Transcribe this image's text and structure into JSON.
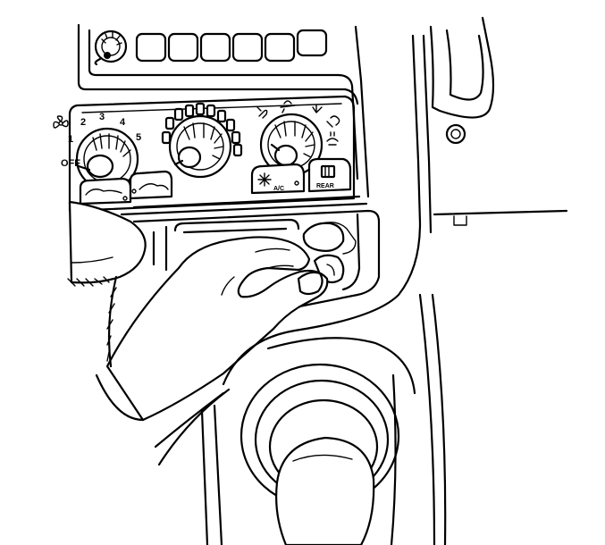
{
  "fan_knob": {
    "labels": [
      "OFF",
      "1",
      "2",
      "3",
      "4",
      "5"
    ]
  },
  "ac_button": {
    "label": "A/C"
  },
  "rear_button": {
    "label": "REAR"
  },
  "icons": {
    "fan": "fan-icon",
    "defrost": "defrost-icon",
    "rear_defrost": "rear-defrost-icon",
    "ac": "snowflake-icon",
    "vent_modes": [
      "vent-face-icon",
      "vent-bilevel-icon",
      "vent-floor-icon",
      "vent-floor-defrost-icon"
    ]
  },
  "colors": {
    "ink": "#000000",
    "paper": "#ffffff"
  }
}
